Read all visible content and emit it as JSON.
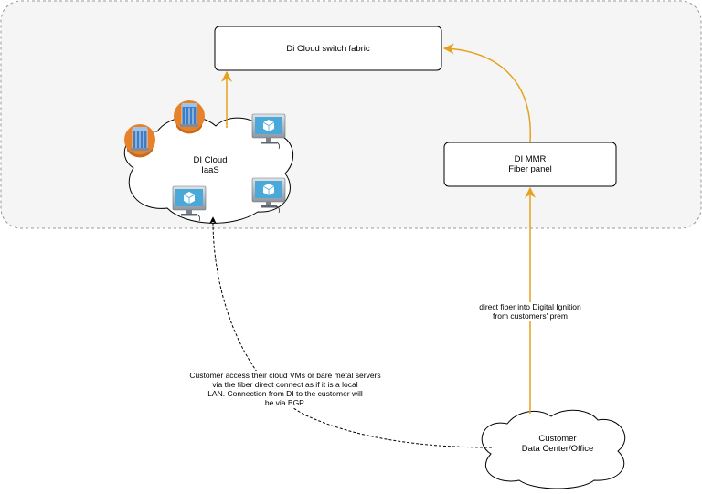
{
  "nodes": {
    "switch_fabric": {
      "label": "Di Cloud switch fabric"
    },
    "mmr": {
      "line1": "DI MMR",
      "line2": "Fiber panel"
    },
    "cloud_iaas": {
      "line1": "DI Cloud",
      "line2": "IaaS"
    },
    "customer": {
      "line1": "Customer",
      "line2": "Data Center/Office"
    }
  },
  "edges": {
    "fiber_label": {
      "line1": "direct fiber into Digital Ignition",
      "line2": "from customers' prem"
    },
    "access_label": {
      "line1": "Customer access their cloud VMs or bare metal servers",
      "line2": "via the fiber direct connect as if it is a local",
      "line3": "LAN.  Connection from DI to the customer will",
      "line4": "be via BGP."
    }
  },
  "colors": {
    "arrow_orange": "#e6a11d",
    "server_orange": "#e8822a",
    "server_blue": "#3d7cc6",
    "monitor_blue": "#4ba9d9",
    "region_fill": "#f5f5f5",
    "region_stroke": "#9a9a9a"
  },
  "icons": [
    "server-stack-icon",
    "monitor-cube-icon"
  ]
}
